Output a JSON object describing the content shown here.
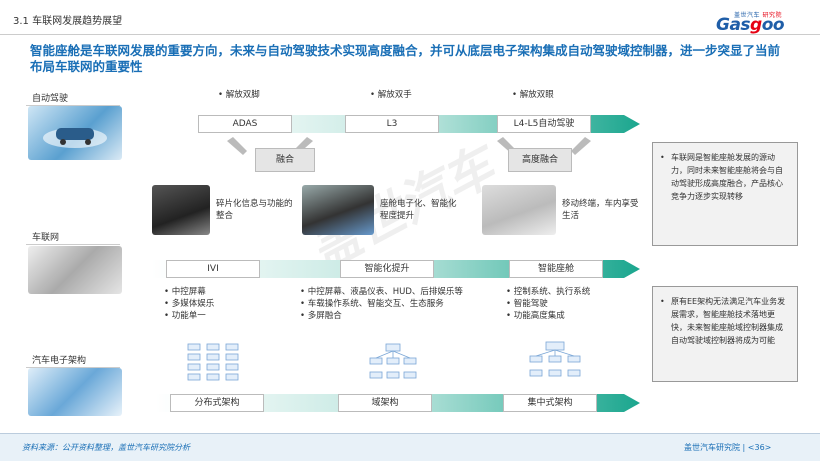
{
  "header": {
    "section_title": "3.1 车联网发展趋势展望",
    "logo_small": "盖世汽车",
    "logo_small_red": "研究院",
    "logo_big_a": "Gas",
    "logo_big_b": "g",
    "logo_big_c": "oo",
    "headline": "智能座舱是车联网发展的重要方向，未来与自动驾驶技术实现高度融合，并可从底层电子架构集成自动驾驶域控制器，进一步突显了当前布局车联网的重要性"
  },
  "rows": {
    "autonomous": {
      "label": "自动驾驶",
      "freedoms": [
        "• 解放双脚",
        "• 解放双手",
        "• 解放双眼"
      ],
      "stages": [
        "ADAS",
        "L3",
        "L4-L5自动驾驶"
      ]
    },
    "fusion": [
      "融合",
      "高度融合"
    ],
    "cockpit_images_text": [
      "碎片化信息与功能的整合",
      "座舱电子化、智能化程度提升",
      "移动终端，车内享受生活"
    ],
    "iov": {
      "label": "车联网",
      "stages": [
        "IVI",
        "智能化提升",
        "智能座舱"
      ],
      "col1": [
        "• 中控屏幕",
        "• 多媒体娱乐",
        "• 功能单一"
      ],
      "col2": [
        "• 中控屏幕、液晶仪表、HUD、后排娱乐等",
        "• 车载操作系统、智能交互、生态服务",
        "• 多屏融合"
      ],
      "col3": [
        "• 控制系统、执行系统",
        "• 智能驾驶",
        "• 功能高度集成"
      ]
    },
    "ee": {
      "label": "汽车电子架构",
      "stages": [
        "分布式架构",
        "域架构",
        "集中式架构"
      ]
    }
  },
  "side_notes": [
    "车联网是智能座舱发展的源动力，同时未来智能座舱将会与自动驾驶形成高度融合，产品核心竞争力逐步实现转移",
    "原有EE架构无法满足汽车业务发展需求，智能座舱技术落地更快，未来智能座舱域控制器集成自动驾驶域控制器将成为可能"
  ],
  "footer": {
    "source": "资料来源：公开资料整理，盖世汽车研究院分析",
    "org": "盖世汽车研究院 | <36>"
  },
  "colors": {
    "accent": "#1a6fb6",
    "teal": "#1aa68e"
  }
}
